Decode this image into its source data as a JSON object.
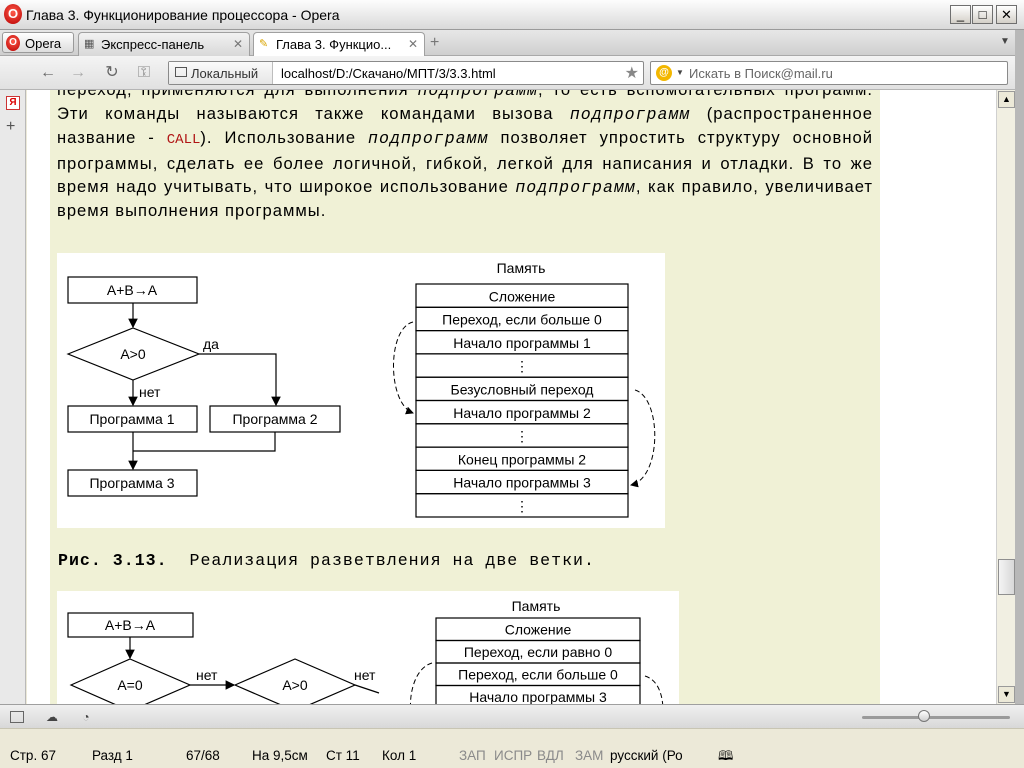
{
  "window": {
    "title": "Глава 3. Функционирование процессора - Opera",
    "min": "_",
    "max": "□",
    "close": "✕"
  },
  "tabs": {
    "menu_label": "Opera",
    "items": [
      {
        "label": "Экспресс-панель",
        "close": "✕"
      },
      {
        "label": "Глава 3. Функцио...",
        "close": "✕"
      }
    ],
    "new_tab": "+",
    "dropdown": "▼"
  },
  "address": {
    "badge": "Локальный",
    "url": "localhost/D:/Скачано/МПТ/3/3.3.html",
    "search_placeholder": "Искать в Поиск@mail.ru"
  },
  "article": {
    "line0": "переход, применяются для выполнения",
    "line0_i": "подпрограмм",
    "line0_b": ", то есть вспомогательных",
    "line1": "программ. Эти команды называются также командами вызова",
    "line1_i": "подпрограмм",
    "line2a": "(распространенное название - ",
    "line2_code": "CALL",
    "line2b": "). Использование",
    "line2_i": "подпрограмм",
    "line2c": " позволяет",
    "line3": "упростить структуру основной программы, сделать ее более логичной, гибкой,",
    "line4": "легкой для написания и отладки. В то же время надо учитывать, что широкое",
    "line5a": "использование ",
    "line5_i": "подпрограмм",
    "line5b": ", как правило, увеличивает время выполнения",
    "line6": "программы."
  },
  "figure1": {
    "start": "A+B→A",
    "cond": "A>0",
    "yes": "да",
    "no": "нет",
    "prog1": "Программа 1",
    "prog2": "Программа 2",
    "prog3": "Программа 3",
    "memory_title": "Память",
    "memory": [
      "Сложение",
      "Переход, если больше 0",
      "Начало программы 1",
      "⋮",
      "Безусловный переход",
      "Начало программы 2",
      "⋮",
      "Конец программы 2",
      "Начало программы 3",
      "⋮"
    ]
  },
  "caption": {
    "label": "Рис. 3.13.",
    "text": "Реализация разветвления на две ветки."
  },
  "figure2": {
    "start": "A+B→A",
    "cond1": "A=0",
    "cond2": "A>0",
    "no1": "нет",
    "no2": "нет",
    "memory_title": "Память",
    "memory": [
      "Сложение",
      "Переход, если равно 0",
      "Переход, если больше 0",
      "Начало программы 3"
    ]
  },
  "statusbar": {
    "page": "Стр. 67",
    "section": "Разд 1",
    "pages": "67/68",
    "at": "На 9,5см",
    "line": "Ст 11",
    "col": "Кол 1",
    "rec": "ЗАП",
    "trk": "ИСПР",
    "ext": "ВДЛ",
    "ovr": "ЗАМ",
    "lang": "русский (Ро"
  }
}
